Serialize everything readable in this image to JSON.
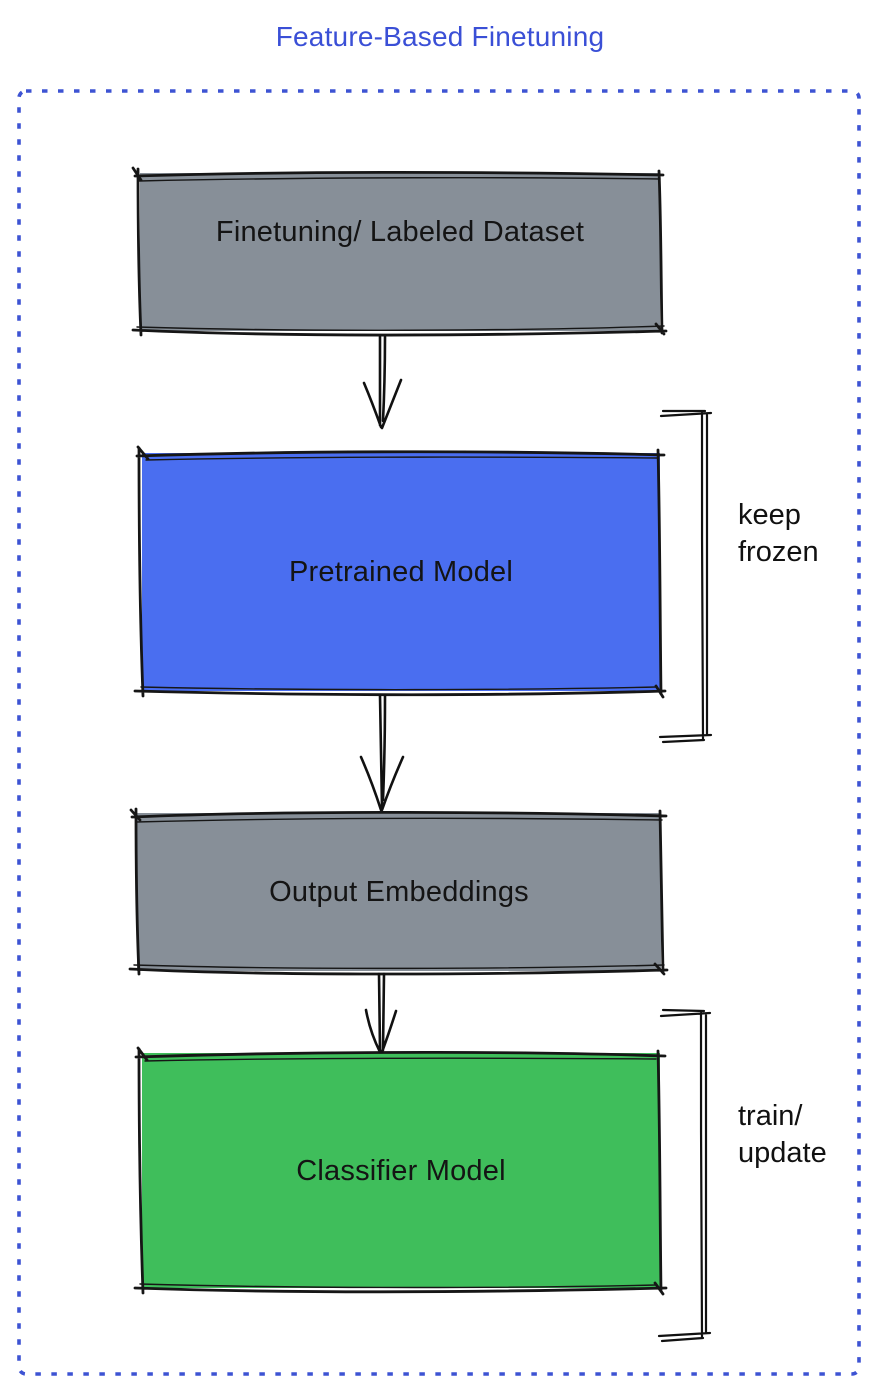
{
  "title": {
    "text": "Feature-Based Finetuning",
    "color": "#3A4FD6"
  },
  "colors": {
    "dashed_border": "#3D53D3",
    "sketch_stroke": "#161616",
    "gray_fill": "#878F98",
    "blue_fill": "#4A6EF0",
    "green_fill": "#3FBE5B",
    "background": "#FFFFFF",
    "label_text": "#141414"
  },
  "nodes": [
    {
      "id": "finetuning-dataset",
      "label": "Finetuning/ Labeled Dataset",
      "fill": "#878F98"
    },
    {
      "id": "pretrained-model",
      "label": "Pretrained Model",
      "fill": "#4A6EF0"
    },
    {
      "id": "output-embeddings",
      "label": "Output Embeddings",
      "fill": "#878F98"
    },
    {
      "id": "classifier-model",
      "label": "Classifier Model",
      "fill": "#3FBE5B"
    }
  ],
  "annotations": [
    {
      "target": "pretrained-model",
      "label": "keep\nfrozen"
    },
    {
      "target": "classifier-model",
      "label": "train/\nupdate"
    }
  ],
  "edges": [
    {
      "from": "finetuning-dataset",
      "to": "pretrained-model",
      "style": "double-line-arrow"
    },
    {
      "from": "pretrained-model",
      "to": "output-embeddings",
      "style": "double-line-arrow"
    },
    {
      "from": "output-embeddings",
      "to": "classifier-model",
      "style": "double-line-arrow"
    }
  ]
}
